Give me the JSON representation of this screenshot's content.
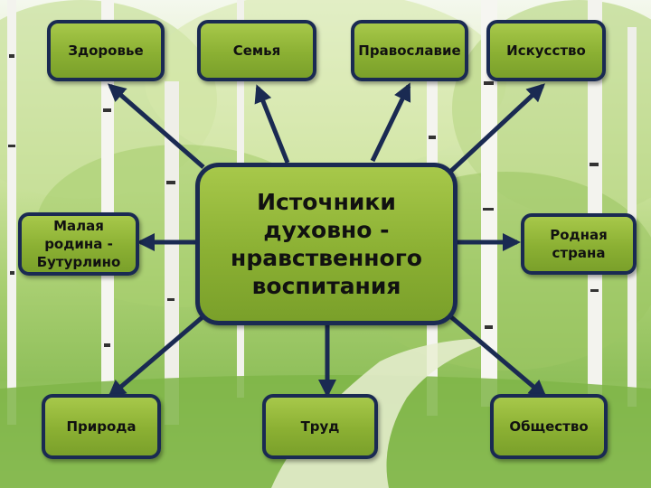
{
  "diagram": {
    "center_label": "Источники духовно - нравственного воспитания",
    "nodes": {
      "health": "Здоровье",
      "family": "Семья",
      "orthodoxy": "Православие",
      "art": "Искусство",
      "small_homeland": "Малая родина - Бутурлино",
      "native_country": "Родная страна",
      "nature": "Природа",
      "labor": "Труд",
      "society": "Общество"
    },
    "colors": {
      "box_fill": "#8bb033",
      "box_border": "#1a2a52",
      "arrow": "#1a2a52"
    }
  }
}
